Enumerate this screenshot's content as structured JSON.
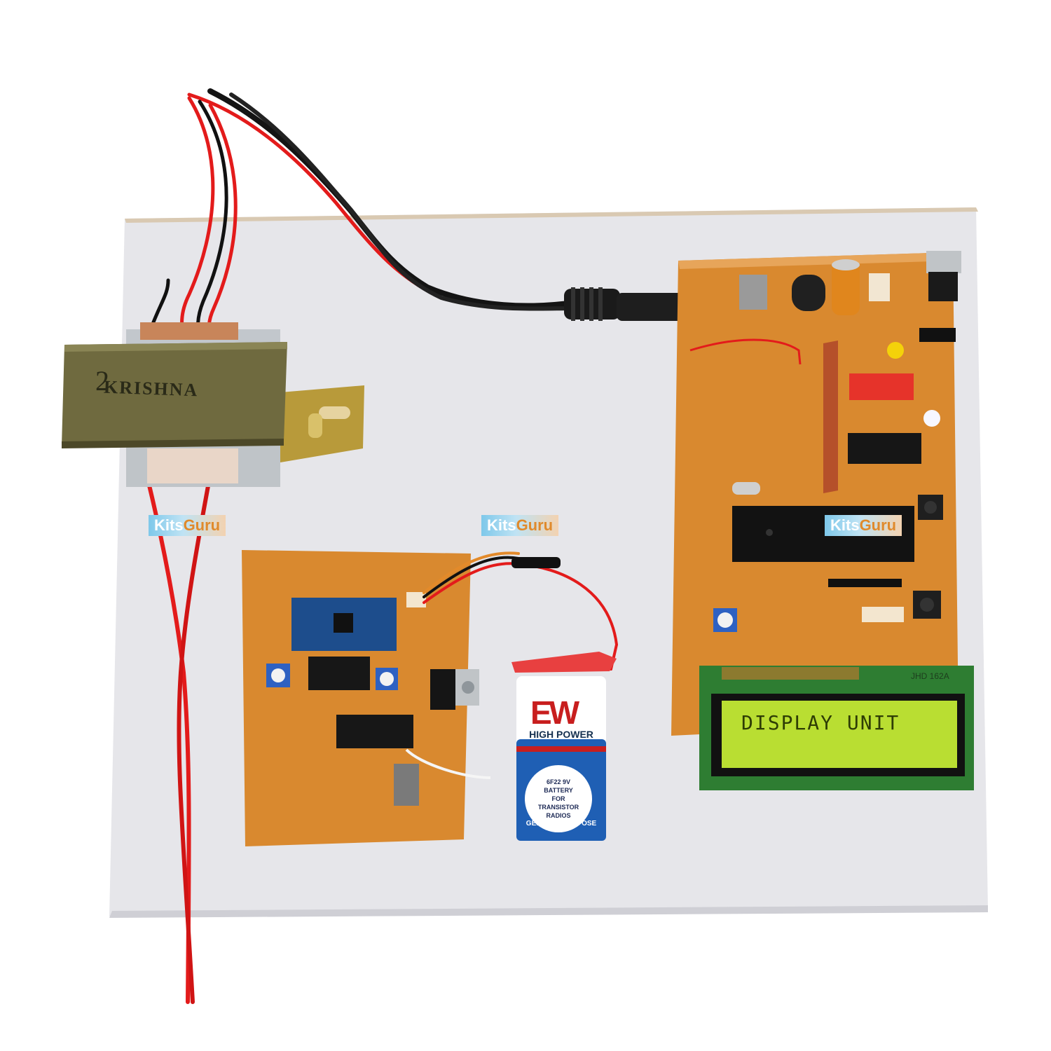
{
  "watermark": {
    "kits": "Kits",
    "guru": "Guru"
  },
  "transformer": {
    "brand": "KRISHNA",
    "handwritten_number": "2"
  },
  "battery": {
    "brand": "EW",
    "tagline": "HIGH POWER",
    "circle_lines": [
      "6F22 9V",
      "BATTERY",
      "FOR",
      "TRANSISTOR",
      "RADIOS"
    ],
    "footer": "GENERAL PURPOSE"
  },
  "lcd": {
    "message": "DISPLAY UNIT",
    "model": "JHD 162A"
  },
  "colors": {
    "board": "#ececf0",
    "pcb": "#d9892f",
    "lcd_screen": "#b9de32",
    "lcd_pcb": "#2e7d32",
    "wire_red": "#e31b1b",
    "wire_black": "#141414",
    "battery_blue": "#1f5fb4",
    "battery_red": "#c81e1e"
  }
}
